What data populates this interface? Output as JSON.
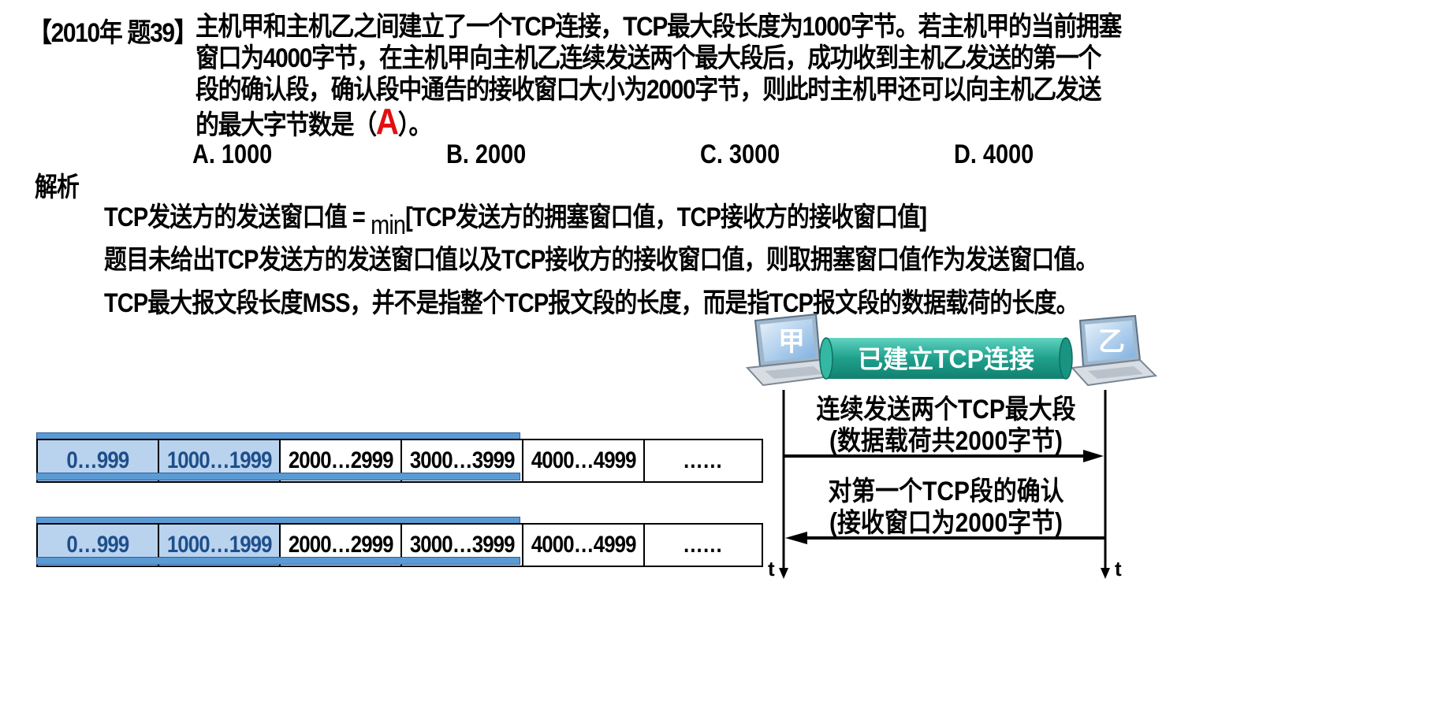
{
  "question": {
    "tag": "【2010年 题39】",
    "lines": [
      "主机甲和主机乙之间建立了一个TCP连接，TCP最大段长度为1000字节。若主机甲的当前拥塞",
      "窗口为4000字节，在主机甲向主机乙连续发送两个最大段后，成功收到主机乙发送的第一个",
      "段的确认段，确认段中通告的接收窗口大小为2000字节，则此时主机甲还可以向主机乙发送"
    ],
    "last_prefix": "的最大字节数是（",
    "answer": "A",
    "last_suffix": "）。",
    "options": [
      "A. 1000",
      "B. 2000",
      "C. 3000",
      "D. 4000"
    ]
  },
  "analysis": {
    "heading": "解析",
    "formula_left": "TCP发送方的发送窗口值 =",
    "formula_min": "min",
    "formula_right": "[TCP发送方的拥塞窗口值，TCP接收方的接收窗口值]",
    "line2": "题目未给出TCP发送方的发送窗口值以及TCP接收方的接收窗口值，则取拥塞窗口值作为发送窗口值。",
    "line3": "TCP最大报文段长度MSS，并不是指整个TCP报文段的长度，而是指TCP报文段的数据载荷的长度。"
  },
  "byte_bars": [
    {
      "cells": [
        "0…999",
        "1000…1999",
        "2000…2999",
        "3000…3999",
        "4000…4999",
        "……"
      ],
      "window_cells": 4,
      "highlight_cells": 2
    },
    {
      "cells": [
        "0…999",
        "1000…1999",
        "2000…2999",
        "3000…3999",
        "4000…4999",
        "……"
      ],
      "window_cells": 4,
      "highlight_cells": 2
    }
  ],
  "sequence": {
    "host_a": "甲",
    "host_b": "乙",
    "connection": "已建立TCP连接",
    "msg1_line1": "连续发送两个TCP最大段",
    "msg1_line2": "(数据载荷共2000字节)",
    "msg2_line1": "对第一个TCP段的确认",
    "msg2_line2": "(接收窗口为2000字节)",
    "time_a": "t",
    "time_b": "t"
  },
  "colors": {
    "answer": "#e01010",
    "window": "#b9d3ef",
    "strip": "#5b9bd5",
    "connection": "#1fa08c"
  }
}
